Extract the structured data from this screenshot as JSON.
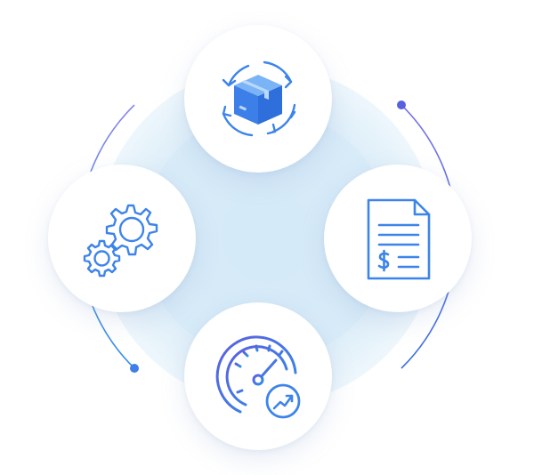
{
  "diagram": {
    "nodes": [
      {
        "id": "top",
        "icon": "package-cycle-icon"
      },
      {
        "id": "left",
        "icon": "gears-icon"
      },
      {
        "id": "right",
        "icon": "invoice-document-icon"
      },
      {
        "id": "bottom",
        "icon": "speedometer-growth-icon"
      }
    ],
    "colors": {
      "icon_blue": "#3d7fe8",
      "icon_blue_light": "#5aa2f5",
      "ring_tint": "#dcecf7",
      "orbit_line": "#6f7fe0",
      "orbit_dot": "#3f6fe0"
    }
  }
}
